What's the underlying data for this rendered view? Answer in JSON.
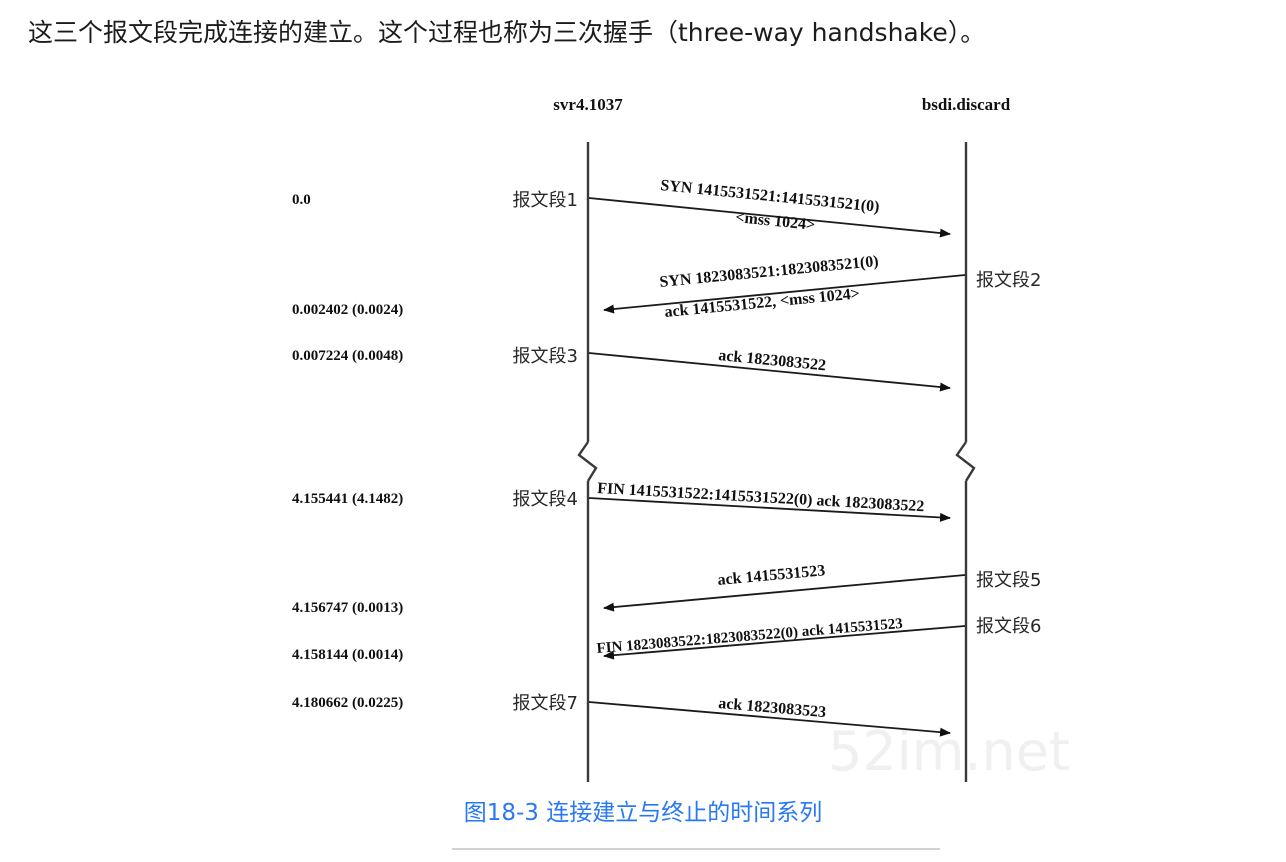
{
  "intro": {
    "paragraph": "这三个报文段完成连接的建立。这个过程也称为三次握手（three-way handshake）。"
  },
  "figure": {
    "caption": "图18-3 连接建立与终止的时间系列",
    "watermark": "52im.net",
    "left_host": "svr4.1037",
    "right_host": "bsdi.discard",
    "has_break_marks": true,
    "line_color": "#1a1a1a",
    "caption_color": "#2878f5"
  },
  "chart_data": {
    "type": "diagram",
    "diagram_kind": "tcp-sequence-timeline",
    "title": "图18-3 连接建立与终止的时间系列",
    "participants": [
      {
        "id": "left",
        "label": "svr4.1037"
      },
      {
        "id": "right",
        "label": "bsdi.discard"
      }
    ],
    "messages": [
      {
        "index": 1,
        "time": "0.0",
        "segment_label": "报文段1",
        "segment_label_side": "left",
        "direction": "left-to-right",
        "text_lines": [
          "SYN  1415531521:1415531521(0)",
          "<mss 1024>"
        ]
      },
      {
        "index": 2,
        "time": "0.002402 (0.0024)",
        "segment_label": "报文段2",
        "segment_label_side": "right",
        "direction": "right-to-left",
        "text_lines": [
          "SYN  1823083521:1823083521(0)",
          "ack 1415531522, <mss 1024>"
        ]
      },
      {
        "index": 3,
        "time": "0.007224 (0.0048)",
        "segment_label": "报文段3",
        "segment_label_side": "left",
        "direction": "left-to-right",
        "text_lines": [
          "ack 1823083522"
        ]
      },
      {
        "index": 4,
        "time": "4.155441 (4.1482)",
        "segment_label": "报文段4",
        "segment_label_side": "left",
        "direction": "left-to-right",
        "text_lines": [
          "FIN  1415531522:1415531522(0) ack 1823083522"
        ]
      },
      {
        "index": 5,
        "time": "4.156747 (0.0013)",
        "segment_label": "报文段5",
        "segment_label_side": "right",
        "direction": "right-to-left",
        "text_lines": [
          "ack 1415531523"
        ]
      },
      {
        "index": 6,
        "time": "4.158144 (0.0014)",
        "segment_label": "报文段6",
        "segment_label_side": "right",
        "direction": "right-to-left",
        "text_lines": [
          "FIN  1823083522:1823083522(0) ack 1415531523"
        ]
      },
      {
        "index": 7,
        "time": "4.180662 (0.0225)",
        "segment_label": "报文段7",
        "segment_label_side": "left",
        "direction": "left-to-right",
        "text_lines": [
          "ack 1823083523"
        ]
      }
    ]
  }
}
